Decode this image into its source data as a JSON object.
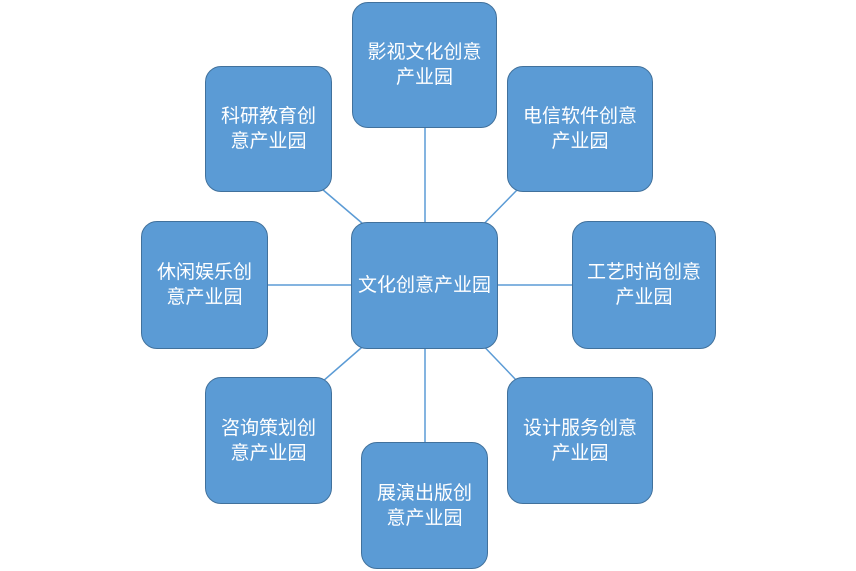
{
  "diagram": {
    "center": {
      "label": "文化创意产业园"
    },
    "nodes": [
      {
        "id": "film",
        "label": "影视文化创意产业园"
      },
      {
        "id": "telecom",
        "label": "电信软件创意产业园"
      },
      {
        "id": "craft",
        "label": "工艺时尚创意产业园"
      },
      {
        "id": "design",
        "label": "设计服务创意产业园"
      },
      {
        "id": "exhibit",
        "label": "展演出版创意产业园"
      },
      {
        "id": "consult",
        "label": "咨询策划创意产业园"
      },
      {
        "id": "leisure",
        "label": "休闲娱乐创意产业园"
      },
      {
        "id": "research",
        "label": "科研教育创意产业园"
      }
    ]
  },
  "colors": {
    "node_fill": "#5b9bd5",
    "node_border": "#41719c",
    "connector": "#5b9bd5",
    "text": "#ffffff"
  }
}
